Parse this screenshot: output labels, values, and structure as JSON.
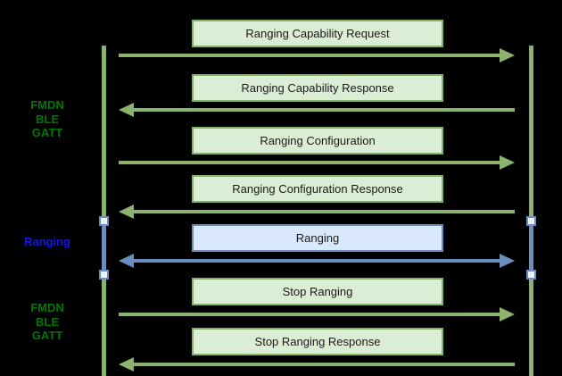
{
  "diagram": {
    "title": "FMDN ranging message sequence",
    "colors": {
      "background": "#000000",
      "green_box_fill": "#dcedd5",
      "green_box_border": "#82b366",
      "green_line": "#8cb36e",
      "blue_box_fill": "#dae8fc",
      "blue_box_border": "#6c8ebf",
      "phase_label_green": "#007700",
      "phase_label_blue": "#1414e8",
      "box_text": "#1a1a1a"
    },
    "phases": [
      {
        "lines": [
          "FMDN",
          "BLE",
          "GATT"
        ],
        "color": "green"
      },
      {
        "lines": [
          "Ranging"
        ],
        "color": "blue"
      },
      {
        "lines": [
          "FMDN",
          "BLE",
          "GATT"
        ],
        "color": "green"
      }
    ],
    "messages": [
      {
        "label": "Ranging Capability Request",
        "direction": "right",
        "color": "green"
      },
      {
        "label": "Ranging Capability Response",
        "direction": "left",
        "color": "green"
      },
      {
        "label": "Ranging Configuration",
        "direction": "right",
        "color": "green"
      },
      {
        "label": "Ranging Configuration Response",
        "direction": "left",
        "color": "green"
      },
      {
        "label": "Ranging",
        "direction": "both",
        "color": "blue"
      },
      {
        "label": "Stop Ranging",
        "direction": "right",
        "color": "green"
      },
      {
        "label": "Stop Ranging Response",
        "direction": "left",
        "color": "green"
      }
    ],
    "lifelines": {
      "count": 2,
      "activation_markers_per_lifeline": 2
    }
  }
}
